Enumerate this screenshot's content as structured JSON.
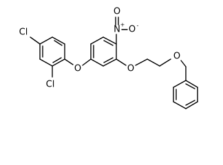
{
  "molecule": {
    "atoms": {
      "cl_top": "Cl",
      "cl_bottom": "Cl",
      "o_ether_left": "O",
      "nitro_n": "N",
      "nitro_o_top": "O",
      "nitro_o_right": "O",
      "nitro_n_charge": "+",
      "nitro_o_charge": "-",
      "o_ether_mid": "O",
      "o_ether_right": "O"
    }
  }
}
